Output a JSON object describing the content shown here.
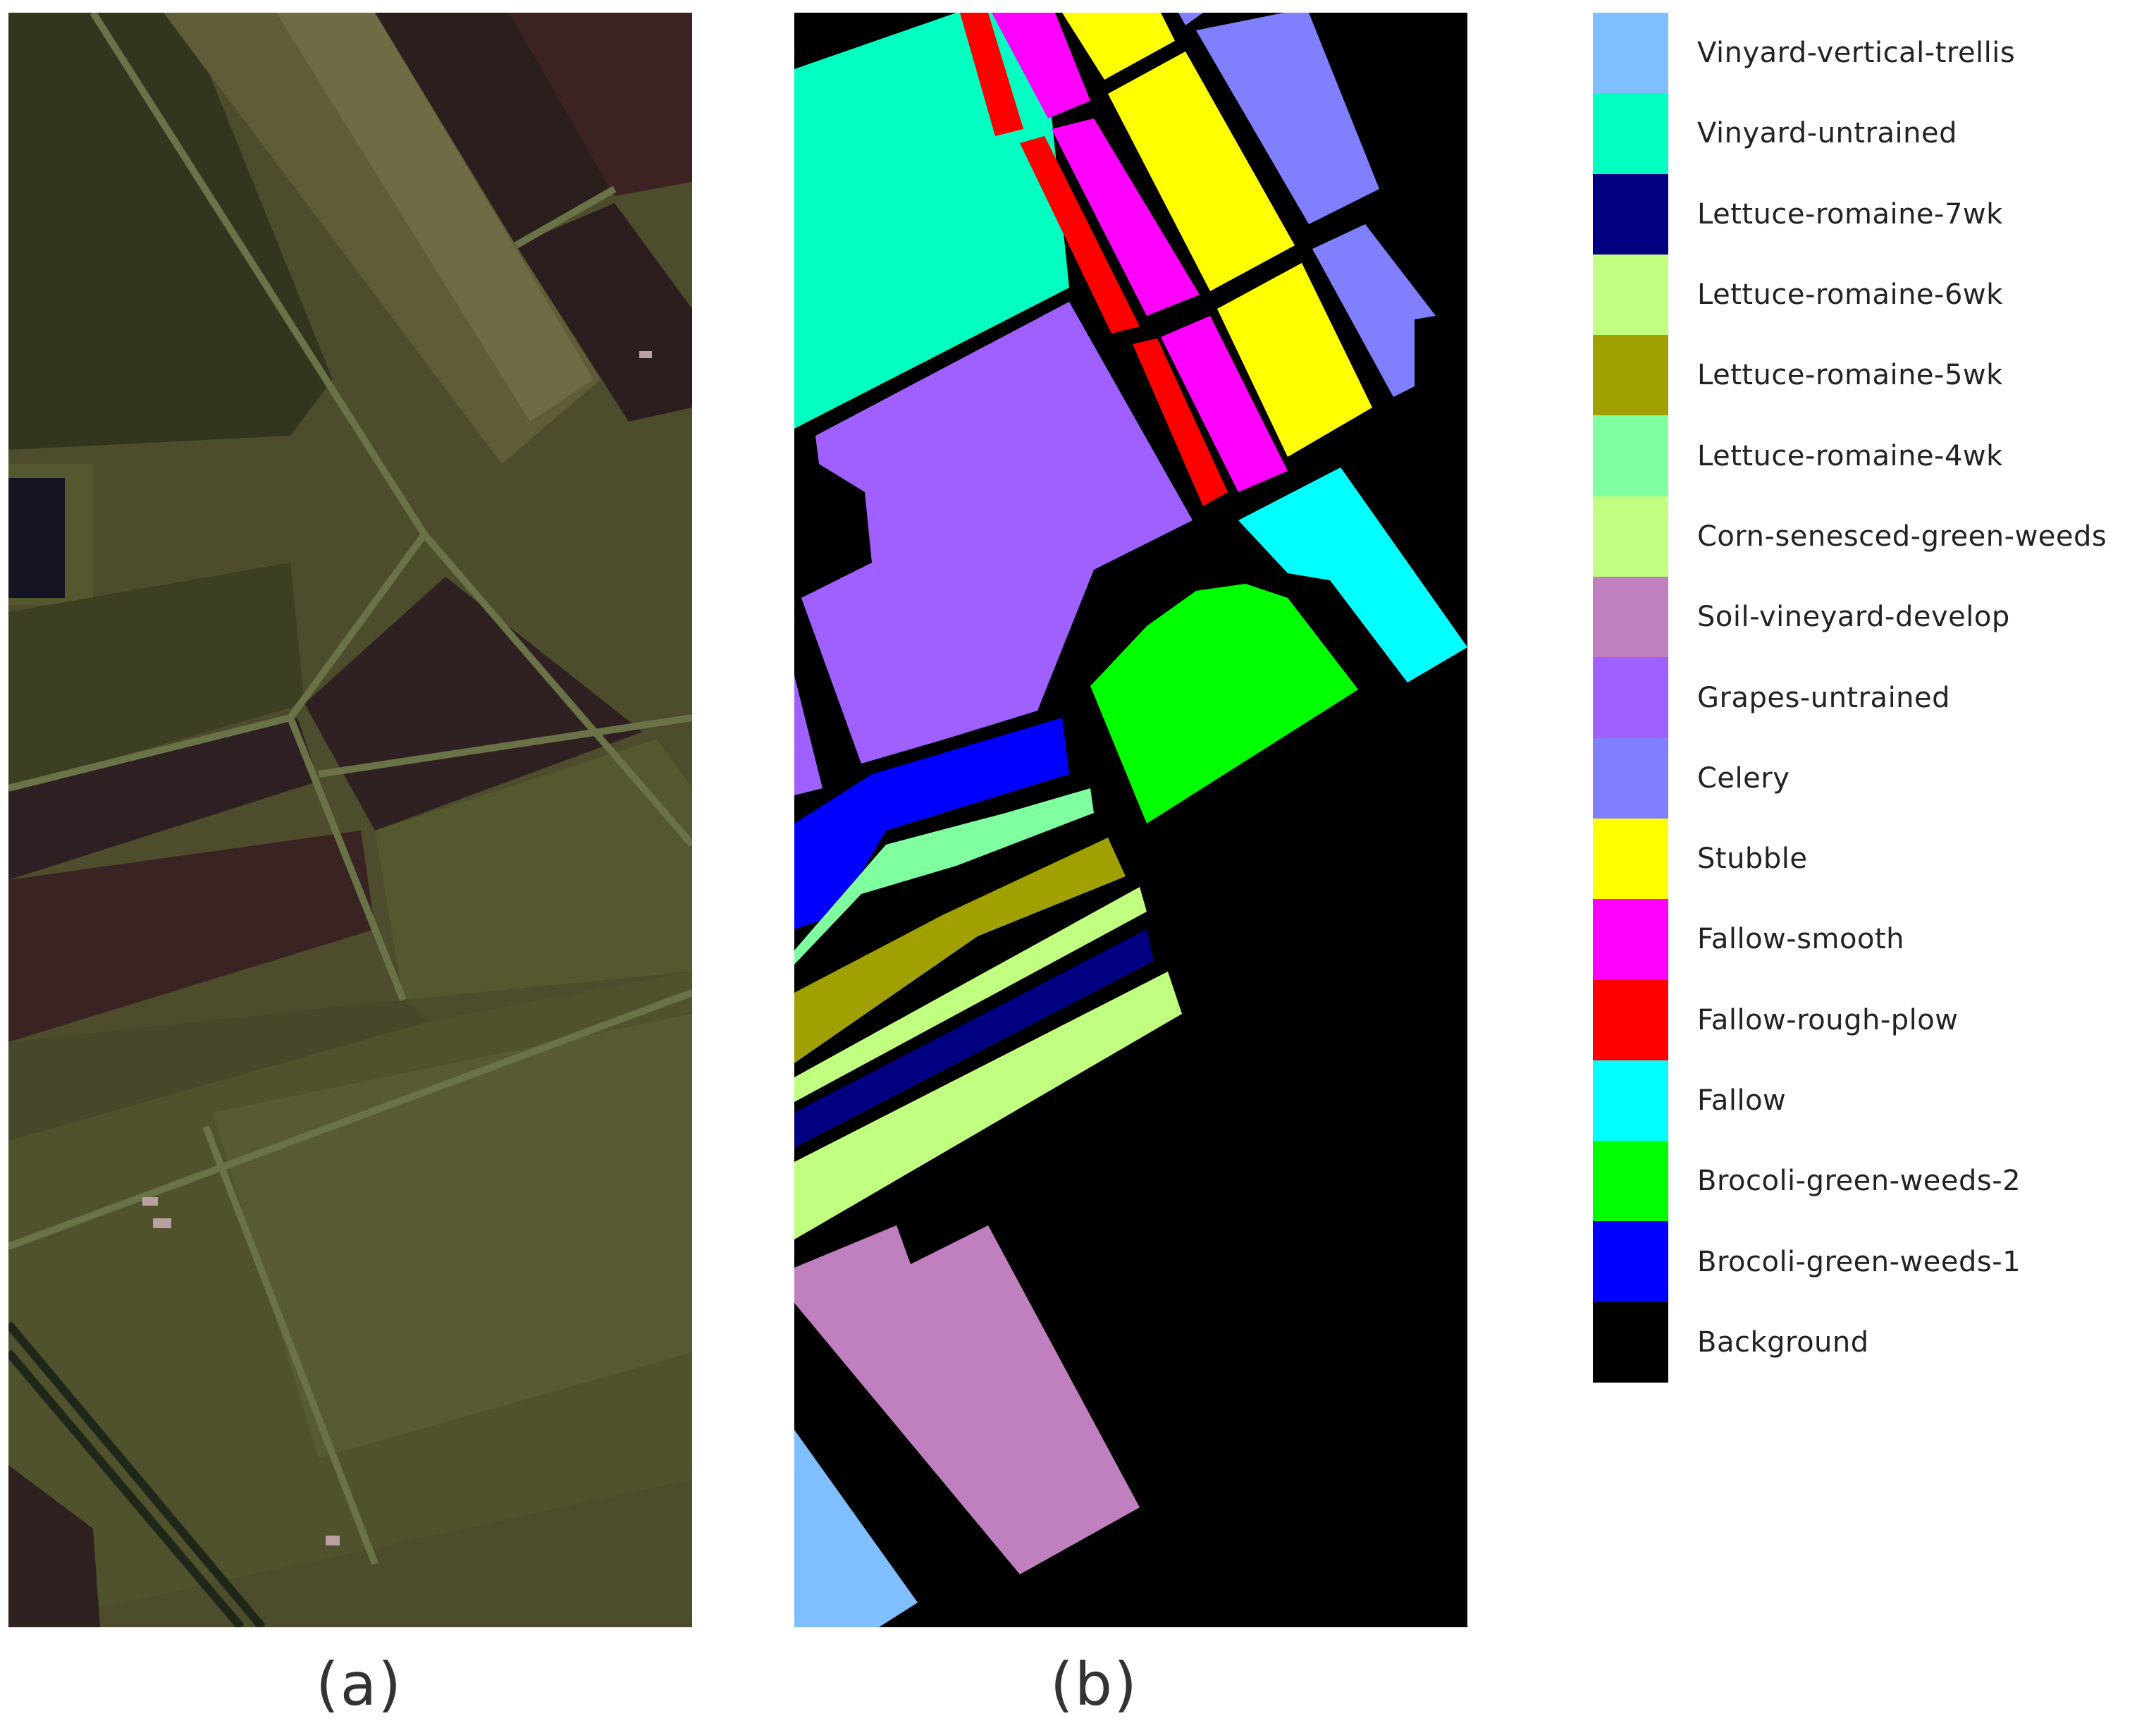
{
  "figure": {
    "panel_a_label": "(a)",
    "panel_b_label": "(b)"
  },
  "panel_a": {
    "icon": "false-color-aerial-image",
    "colors": {
      "base": "#4b4a2a",
      "dark_field": "#2e1f1f",
      "red_field": "#3a1c1c",
      "light_strip": "#6e6b45",
      "green_field": "#55572f",
      "road": "#6a7248",
      "canal": "#202818"
    }
  },
  "panel_b": {
    "icon": "ground-truth-classification-map"
  },
  "legend": {
    "items": [
      {
        "label": "Vinyard-vertical-trellis",
        "color": "#80bfff"
      },
      {
        "label": "Vinyard-untrained",
        "color": "#00ffc0"
      },
      {
        "label": "Lettuce-romaine-7wk",
        "color": "#000080"
      },
      {
        "label": "Lettuce-romaine-6wk",
        "color": "#c0ff80"
      },
      {
        "label": "Lettuce-romaine-5wk",
        "color": "#a0a000"
      },
      {
        "label": "Lettuce-romaine-4wk",
        "color": "#80ffa0"
      },
      {
        "label": "Corn-senesced-green-weeds",
        "color": "#c0ff80"
      },
      {
        "label": "Soil-vineyard-develop",
        "color": "#c080c0"
      },
      {
        "label": "Grapes-untrained",
        "color": "#a060ff"
      },
      {
        "label": "Celery",
        "color": "#8080ff"
      },
      {
        "label": "Stubble",
        "color": "#ffff00"
      },
      {
        "label": "Fallow-smooth",
        "color": "#ff00ff"
      },
      {
        "label": "Fallow-rough-plow",
        "color": "#ff0000"
      },
      {
        "label": "Fallow",
        "color": "#00ffff"
      },
      {
        "label": "Brocoli-green-weeds-2",
        "color": "#00ff00"
      },
      {
        "label": "Brocoli-green-weeds-1",
        "color": "#0000ff"
      },
      {
        "label": "Background",
        "color": "#000000"
      }
    ]
  }
}
